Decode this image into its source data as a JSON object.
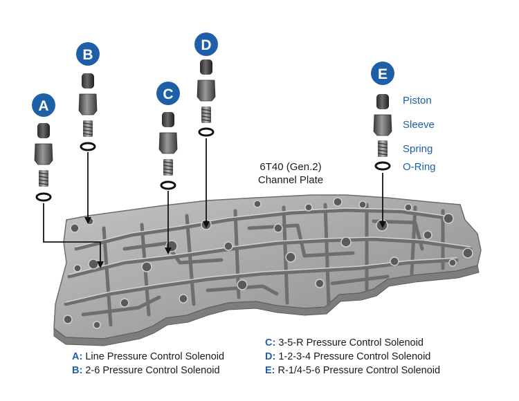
{
  "plate": {
    "title_line1": "6T40 (Gen.2)",
    "title_line2": "Channel Plate"
  },
  "badges": {
    "a": "A",
    "b": "B",
    "c": "C",
    "d": "D",
    "e": "E"
  },
  "parts": {
    "piston": "Piston",
    "sleeve": "Sleeve",
    "spring": "Spring",
    "oring": "O-Ring"
  },
  "legend": {
    "left": [
      {
        "key": "A:",
        "text": "Line Pressure Control Solenoid"
      },
      {
        "key": "B:",
        "text": "2-6 Pressure Control Solenoid"
      }
    ],
    "right": [
      {
        "key": "C:",
        "text": "3-5-R Pressure Control Solenoid"
      },
      {
        "key": "D:",
        "text": "1-2-3-4 Pressure Control Solenoid"
      },
      {
        "key": "E:",
        "text": "R-1/4-5-6 Pressure Control Solenoid"
      }
    ]
  },
  "colors": {
    "badge": "#1f5fa8",
    "label": "#1f5fa8",
    "plate": "#a9a9a9",
    "leader": "#111111"
  }
}
